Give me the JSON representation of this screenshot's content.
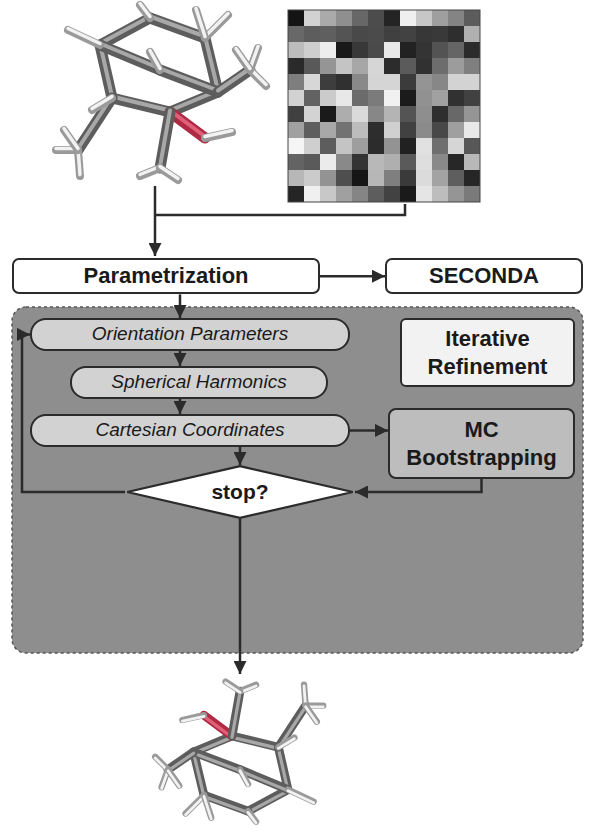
{
  "diagram": {
    "nodes": [
      {
        "text": [
          "Parametrization"
        ]
      },
      {
        "text": [
          "SECONDA"
        ]
      },
      {
        "text": [
          "Iterative Refinement"
        ]
      },
      {
        "text": [
          "Orientation Parameters"
        ],
        "in": 2
      },
      {
        "text": [
          "Spherical Harmonics"
        ],
        "in": 2
      },
      {
        "text": [
          "Cartesian Coordinates"
        ],
        "in": 2
      },
      {
        "text": [
          "MC Bootstrapping"
        ],
        "in": 2
      },
      {
        "text": [
          "stop?"
        ],
        "in": 2
      }
    ],
    "edges": [
      {
        "from": 0,
        "to": 1,
        "arrow": "to"
      },
      {
        "from": 0,
        "to": 3,
        "arrow": "to"
      },
      {
        "from": 3,
        "to": 4,
        "arrow": "to"
      },
      {
        "from": 4,
        "to": 5,
        "arrow": "to"
      },
      {
        "from": 5,
        "to": 7,
        "arrow": "to"
      },
      {
        "from": 5,
        "to": 6,
        "arrow": "to"
      },
      {
        "from": 6,
        "to": 7,
        "arrow": "to"
      },
      {
        "from": 7,
        "to": 3,
        "arrow": "to"
      }
    ]
  }
}
